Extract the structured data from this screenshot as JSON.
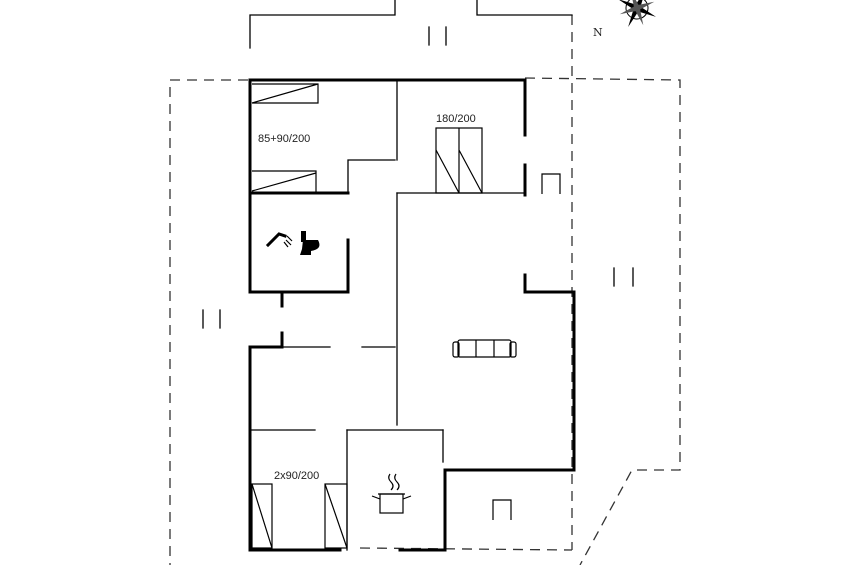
{
  "plan": {
    "north": "N",
    "rooms": {
      "bedroom_1": "85+90/200",
      "bedroom_2": "180/200",
      "bedroom_3": "2x90/200"
    },
    "icons": {
      "compass": "compass-rose-icon",
      "shower": "shower-icon",
      "toilet": "toilet-icon",
      "sofa": "sofa-icon",
      "cooking_pot": "cooking-pot-icon",
      "door": "door-icon",
      "window": "window-icon"
    }
  }
}
